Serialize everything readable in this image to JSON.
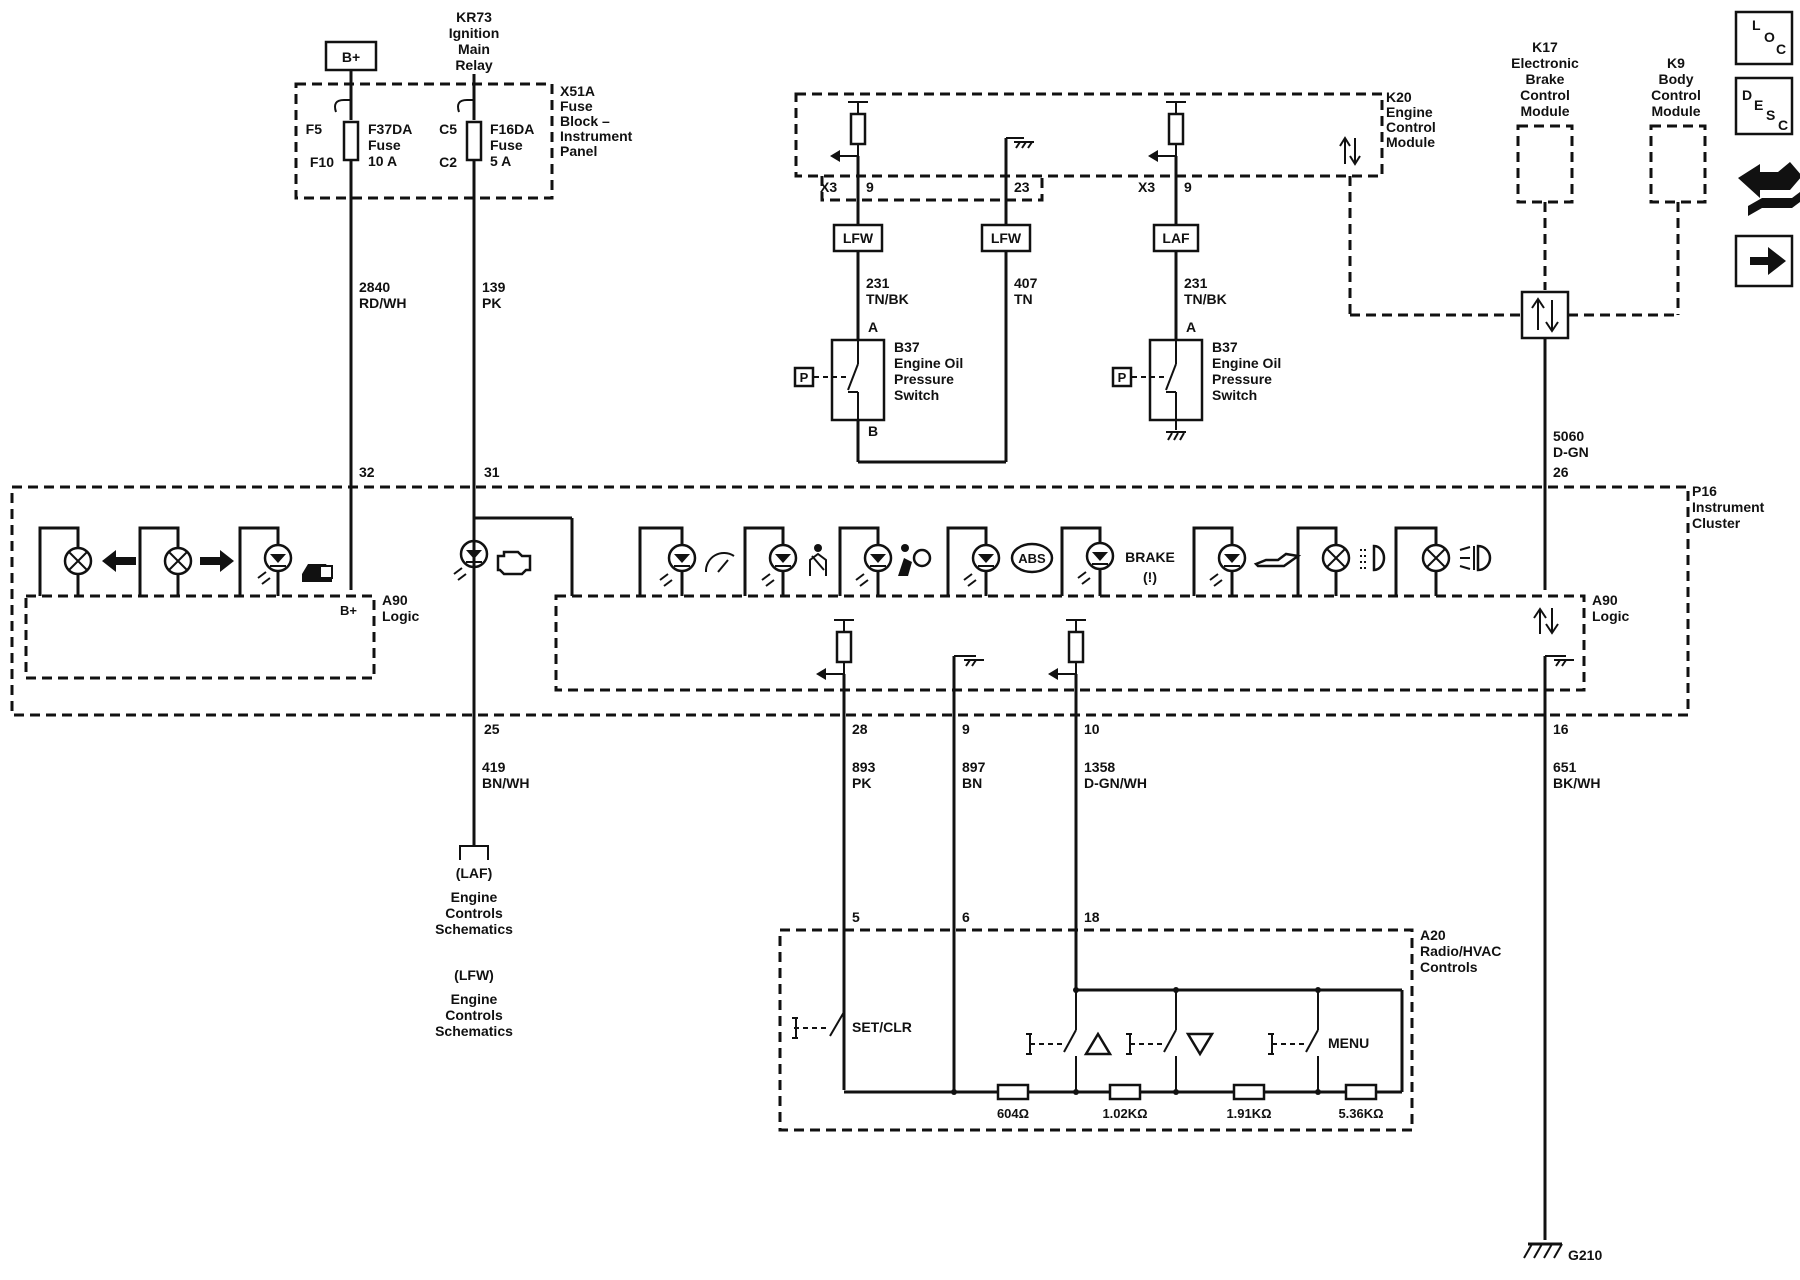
{
  "power_labels": {
    "battery": "B+",
    "a90_bplus": "B+"
  },
  "relay": {
    "name": "KR73",
    "line2": "Ignition",
    "line3": "Main",
    "line4": "Relay"
  },
  "fuse_block": {
    "name": "X51A",
    "line2": "Fuse",
    "line3": "Block –",
    "line4": "Instrument",
    "line5": "Panel"
  },
  "fuses": [
    {
      "pin_top": "F5",
      "pin_bottom": "F10",
      "name": "F37DA",
      "type": "Fuse",
      "rating": "10 A"
    },
    {
      "pin_top": "C5",
      "pin_bottom": "C2",
      "name": "F16DA",
      "type": "Fuse",
      "rating": "5 A"
    }
  ],
  "wires": {
    "w2840": {
      "num": "2840",
      "color": "RD/WH"
    },
    "w139": {
      "num": "139",
      "color": "PK"
    },
    "w231a": {
      "num": "231",
      "color": "TN/BK"
    },
    "w407": {
      "num": "407",
      "color": "TN"
    },
    "w231b": {
      "num": "231",
      "color": "TN/BK"
    },
    "w5060": {
      "num": "5060",
      "color": "D-GN"
    },
    "w419": {
      "num": "419",
      "color": "BN/WH"
    },
    "w893": {
      "num": "893",
      "color": "PK"
    },
    "w897": {
      "num": "897",
      "color": "BN"
    },
    "w1358": {
      "num": "1358",
      "color": "D-GN/WH"
    },
    "w651": {
      "num": "651",
      "color": "BK/WH"
    }
  },
  "pins": {
    "p32": "32",
    "p31": "31",
    "p26": "26",
    "p25": "25",
    "p28": "28",
    "p9": "9",
    "p10": "10",
    "p16": "16",
    "x3a": "X3",
    "x3a_pin": "9",
    "k20_pin23": "23",
    "x3b": "X3",
    "x3b_pin": "9",
    "sw_a1": "A",
    "sw_b1": "B",
    "sw_a2": "A",
    "a20_5": "5",
    "a20_6": "6",
    "a20_18": "18"
  },
  "ecm": {
    "name": "K20",
    "line2": "Engine",
    "line3": "Control",
    "line4": "Module"
  },
  "connectors": {
    "lfw1": "LFW",
    "lfw2": "LFW",
    "laf": "LAF"
  },
  "oil_switches": [
    {
      "name": "B37",
      "line2": "Engine Oil",
      "line3": "Pressure",
      "line4": "Switch",
      "p_label": "P"
    },
    {
      "name": "B37",
      "line2": "Engine Oil",
      "line3": "Pressure",
      "line4": "Switch",
      "p_label": "P"
    }
  ],
  "ebcm": {
    "name": "K17",
    "line2": "Electronic",
    "line3": "Brake",
    "line4": "Control",
    "line5": "Module"
  },
  "bcm": {
    "name": "K9",
    "line2": "Body",
    "line3": "Control",
    "line4": "Module"
  },
  "cluster": {
    "name": "P16",
    "line2": "Instrument",
    "line3": "Cluster"
  },
  "logic": {
    "left_name": "A90",
    "left_line2": "Logic",
    "right_name": "A90",
    "right_line2": "Logic"
  },
  "indicators": {
    "brake_text": "BRAKE",
    "brake_sub": "(!)",
    "abs_text": "ABS"
  },
  "refs": {
    "laf_ref": "(LAF)",
    "laf_line2": "Engine",
    "laf_line3": "Controls",
    "laf_line4": "Schematics",
    "lfw_ref": "(LFW)",
    "lfw_line2": "Engine",
    "lfw_line3": "Controls",
    "lfw_line4": "Schematics"
  },
  "radio": {
    "name": "A20",
    "line2": "Radio/HVAC",
    "line3": "Controls",
    "set_clr": "SET/CLR",
    "menu": "MENU"
  },
  "resistors": [
    "604Ω",
    "1.02KΩ",
    "1.91KΩ",
    "5.36KΩ"
  ],
  "ground": {
    "name": "G210"
  },
  "nav": {
    "loc": {
      "l1": "L",
      "l2": "O",
      "l3": "C"
    },
    "desc": {
      "l1": "D",
      "l2": "E",
      "l3": "S",
      "l4": "C"
    }
  }
}
